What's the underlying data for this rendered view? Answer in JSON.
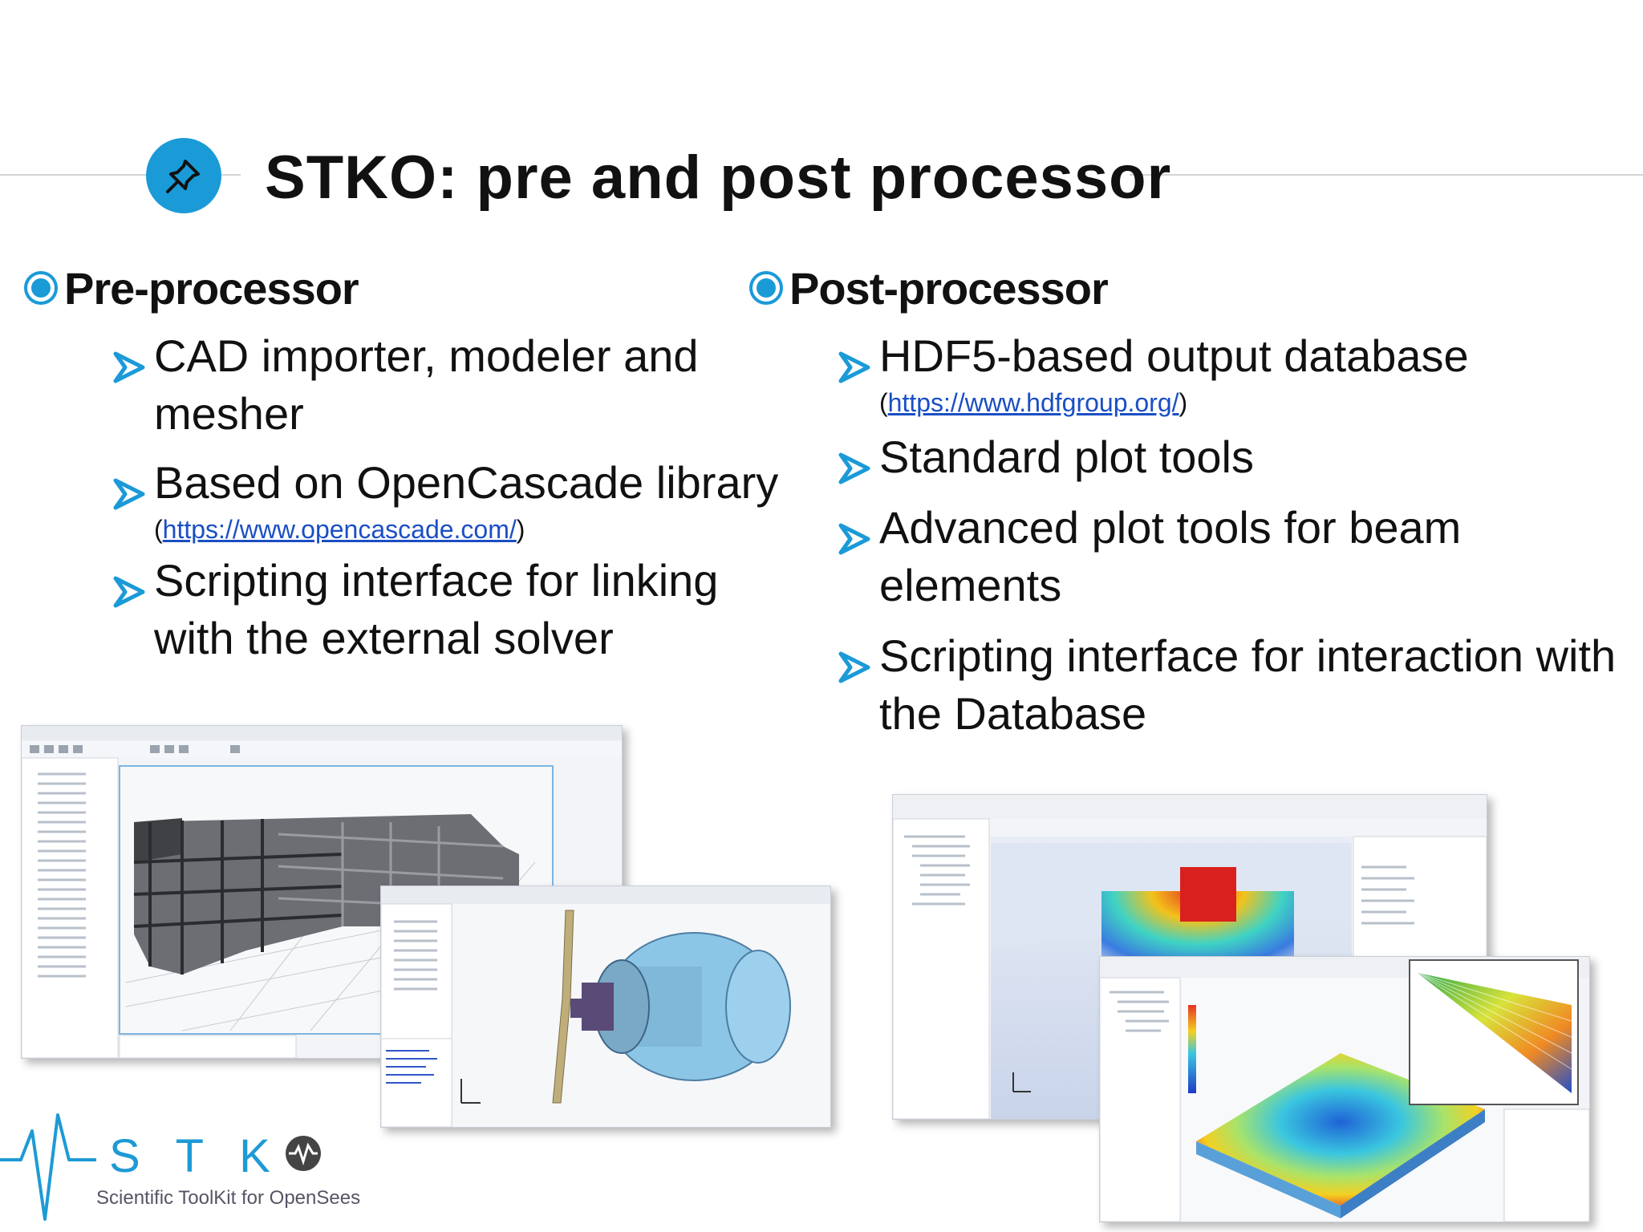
{
  "title": "STKO: pre and post processor",
  "pre": {
    "heading": "Pre-processor",
    "items": [
      {
        "text": "CAD importer, modeler and mesher"
      },
      {
        "text": "Based on OpenCascade library",
        "link_open": "(",
        "link": "https://www.opencascade.com/",
        "link_close": ")"
      },
      {
        "text": "Scripting interface for linking with the external solver"
      }
    ]
  },
  "post": {
    "heading": "Post-processor",
    "items": [
      {
        "text": "HDF5-based output database",
        "link_open": "(",
        "link": "https://www.hdfgroup.org/",
        "link_close": ")"
      },
      {
        "text": "Standard plot tools"
      },
      {
        "text": "Advanced plot tools for beam elements"
      },
      {
        "text": "Scripting interface for interaction with the Database"
      }
    ]
  },
  "logo": {
    "letters": "STK",
    "tagline": "Scientific ToolKit for OpenSees"
  },
  "colors": {
    "accent": "#1b9ad8",
    "link": "#1a4fc4",
    "model": "#55575c",
    "part": "#8cc6e6"
  },
  "icons": [
    "pushpin-icon",
    "bullet-dot-icon",
    "arrow-bullet-icon",
    "waveform-icon"
  ]
}
